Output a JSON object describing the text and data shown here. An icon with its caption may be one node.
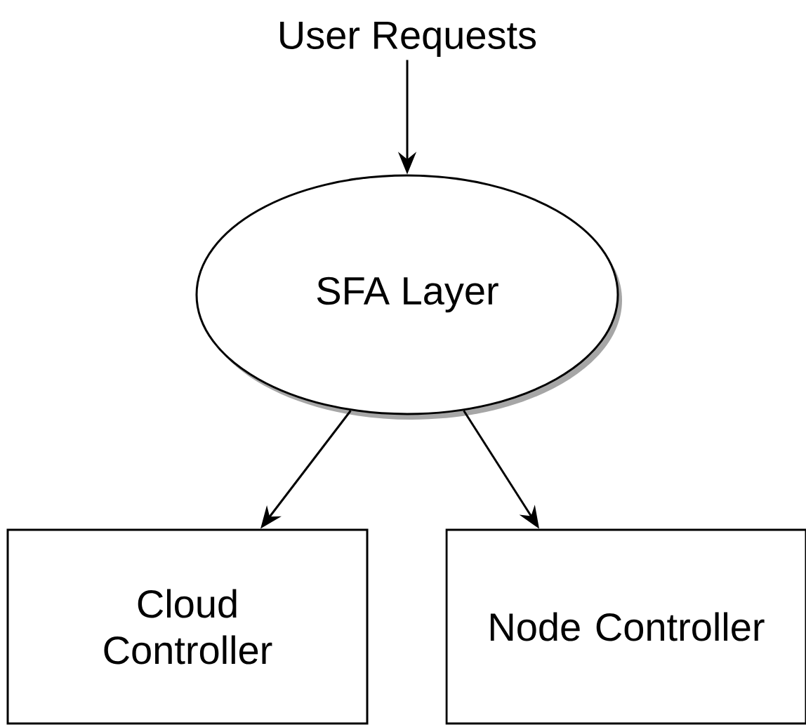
{
  "diagram": {
    "nodes": [
      {
        "text": [
          "User Requests"
        ]
      },
      {
        "text": [
          "SFA Layer"
        ]
      },
      {
        "text": [
          "Cloud Controller"
        ]
      },
      {
        "text": [
          "Node Controller"
        ]
      }
    ],
    "edges": [
      {
        "from": 0,
        "to": 1,
        "arrow": "to"
      },
      {
        "from": 1,
        "to": 2,
        "arrow": "to"
      },
      {
        "from": 1,
        "to": 3,
        "arrow": "to"
      }
    ]
  }
}
